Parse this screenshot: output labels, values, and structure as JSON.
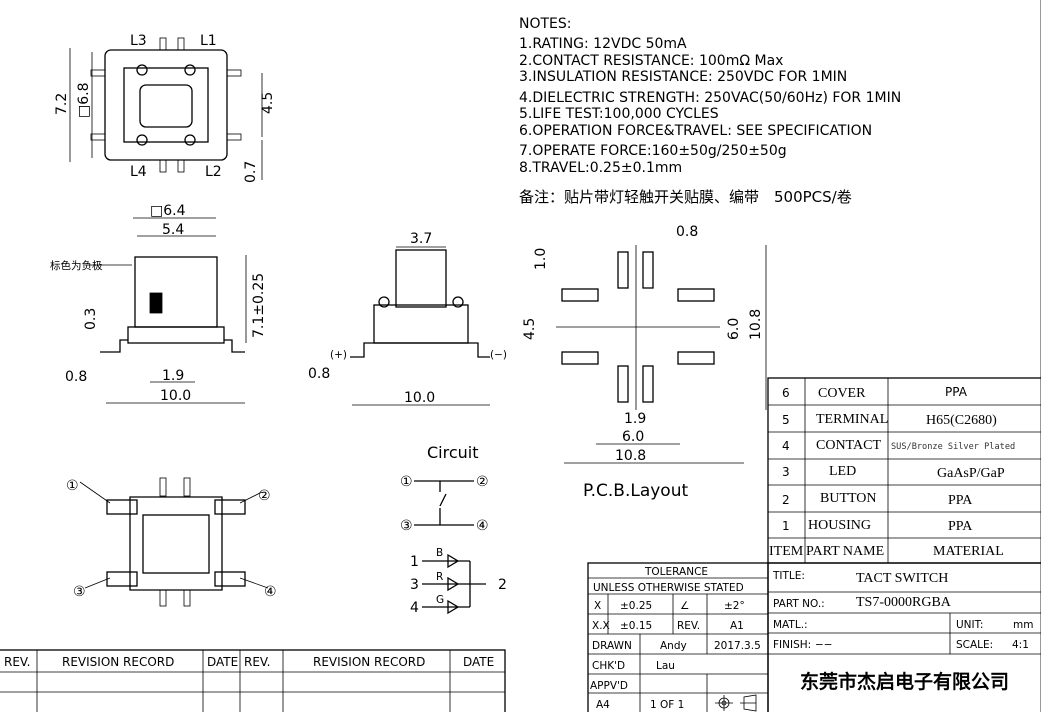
{
  "notes": {
    "title": "NOTES:",
    "items": [
      "1.RATING: 12VDC 50mA",
      "2.CONTACT RESISTANCE: 100mΩ Max",
      "3.INSULATION RESISTANCE: 250VDC FOR 1MIN",
      "4.DIELECTRIC STRENGTH: 250VAC(50/60Hz) FOR 1MIN",
      "5.LIFE TEST:100,000 CYCLES",
      "6.OPERATION FORCE&TRAVEL: SEE SPECIFICATION",
      "7.OPERATE FORCE:160±50g/250±50g",
      "8.TRAVEL:0.25±0.1mm"
    ],
    "remark": "备注：贴片带灯轻触开关贴膜、编带　500PCS/卷"
  },
  "top_view": {
    "L3": "L3",
    "L1": "L1",
    "L4": "L4",
    "L2": "L2",
    "d72": "7.2",
    "d68": "□6.8",
    "d45": "4.5",
    "d07": "0.7"
  },
  "front_view": {
    "d64": "□6.4",
    "d54": "5.4",
    "d71": "7.1±0.25",
    "d03": "0.3",
    "d08": "0.8",
    "d19": "1.9",
    "d100": "10.0",
    "label": "标色为负极"
  },
  "side_view": {
    "d37": "3.7",
    "d08": "0.8",
    "d100": "10.0",
    "plus": "(+)",
    "minus": "(−)"
  },
  "pcb": {
    "d08": "0.8",
    "d10": "1.0",
    "d45": "4.5",
    "d60v": "6.0",
    "d108v": "10.8",
    "d19": "1.9",
    "d60": "6.0",
    "d108": "10.8",
    "title": "P.C.B.Layout"
  },
  "circuit": {
    "title": "Circuit",
    "p1": "①",
    "p2": "②",
    "p3": "③",
    "p4": "④",
    "led1": "1",
    "led3": "3",
    "led4": "4",
    "led2": "2",
    "B": "B",
    "R": "R",
    "G": "G"
  },
  "bottom_view": {
    "p1": "①",
    "p2": "②",
    "p3": "③",
    "p4": "④"
  },
  "bom": {
    "rows": [
      [
        "6",
        "COVER",
        "PPA"
      ],
      [
        "5",
        "TERMINAL",
        "H65(C2680)"
      ],
      [
        "4",
        "CONTACT",
        "SUS/Bronze Silver Plated"
      ],
      [
        "3",
        "LED",
        "GaAsP/GaP"
      ],
      [
        "2",
        "BUTTON",
        "PPA"
      ],
      [
        "1",
        "HOUSING",
        "PPA"
      ]
    ],
    "header": [
      "ITEM",
      "PART NAME",
      "MATERIAL"
    ]
  },
  "tolerance": {
    "title": "TOLERANCE",
    "sub": "UNLESS OTHERWISE STATED",
    "x": "X",
    "x_tol": "±0.25",
    "angle_tol": "±2°",
    "xx": "X.X",
    "xx_tol": "±0.15",
    "rev_label": "REV.",
    "rev": "A1",
    "drawn_label": "DRAWN",
    "drawn": "Andy",
    "date": "2017.3.5",
    "chkd_label": "CHK'D",
    "chkd": "Lau",
    "appvd_label": "APPV'D",
    "size": "A4",
    "sheet": "1 OF 1"
  },
  "title_block": {
    "title_label": "TITLE:",
    "title": "TACT SWITCH",
    "part_label": "PART NO.:",
    "part": "TS7-0000RGBA",
    "matl_label": "MATL.:",
    "unit_label": "UNIT:",
    "unit": "mm",
    "finish_label": "FINISH:",
    "finish": "−−",
    "scale_label": "SCALE:",
    "scale": "4:1",
    "company": "东莞市杰启电子有限公司"
  },
  "revision": {
    "headers": [
      "REV.",
      "REVISION RECORD",
      "DATE",
      "REV.",
      "REVISION RECORD",
      "DATE"
    ]
  }
}
